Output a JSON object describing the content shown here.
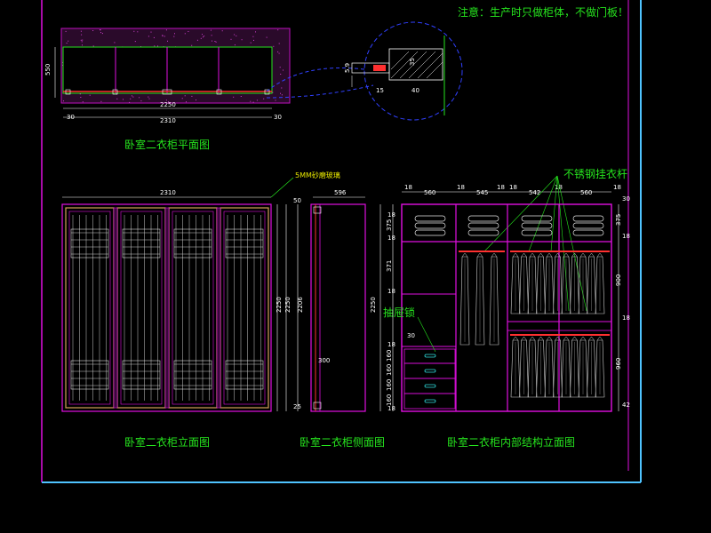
{
  "note": "注意：生产时只做柜体，不做门板！",
  "titles": {
    "plan": "卧室二衣柜平面图",
    "front": "卧室二衣柜立面图",
    "side": "卧室二衣柜侧面图",
    "interior": "卧室二衣柜内部结构立面图"
  },
  "labels": {
    "glass": "5MM砂磨玻璃",
    "rail": "不锈钢挂衣杆",
    "drawer_lock": "抽屉锁"
  },
  "dims": {
    "plan_depth": "550",
    "plan_inner": "2250",
    "plan_total": "2310",
    "plan_left": "30",
    "plan_right": "30",
    "detail_15": "15",
    "detail_40": "40",
    "detail_35": "35",
    "detail_59": "5.9",
    "front_width": "2310",
    "front_h1": "2250",
    "front_h2": "2250",
    "front_h3": "2206",
    "side_width": "596",
    "side_top": "50",
    "side_bottom": "25",
    "side_mid": "300",
    "int_top_18a": "18",
    "int_560a": "560",
    "int_top_18b": "18",
    "int_545": "545",
    "int_top_18c": "18",
    "int_top_18d": "18",
    "int_542": "542",
    "int_top_18e": "18",
    "int_560b": "560",
    "int_top_18f": "18",
    "int_h_total": "2250",
    "int_h_30": "30",
    "int_h_375a": "375",
    "int_h_375b": "375",
    "int_h_18a": "18",
    "int_h_18b": "18",
    "int_h_371": "371",
    "int_h_900": "900",
    "int_h_18c": "18",
    "int_h_18d": "18",
    "int_h_18e": "18",
    "int_h_30b": "30",
    "int_h_160a": "160",
    "int_h_160b": "160",
    "int_h_160c": "160",
    "int_h_160d": "160",
    "int_h_960": "960",
    "int_h_18f": "18",
    "int_h_42": "42"
  },
  "colors": {
    "background": "#000000",
    "frame": "#4fc3ff",
    "carcass": "#e00fe0",
    "note_text": "#26e51e",
    "dim_text": "#ffffff",
    "door": "#d4a15a"
  }
}
